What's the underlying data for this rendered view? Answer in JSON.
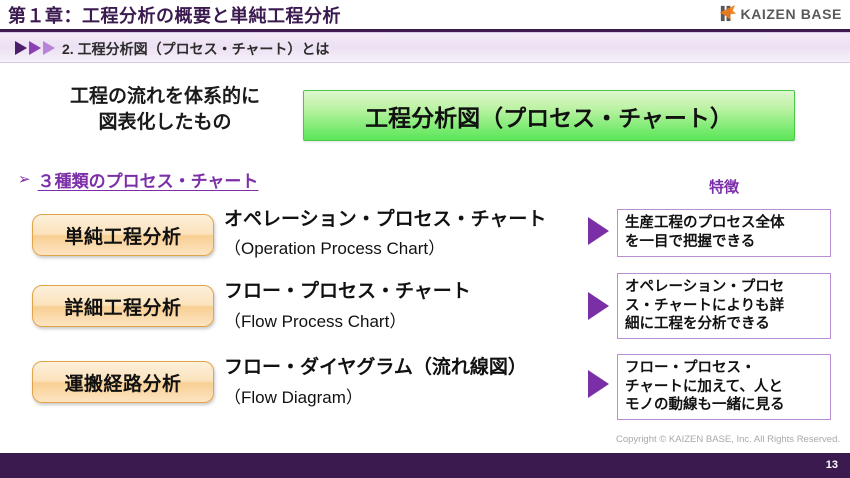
{
  "header": {
    "chapter_title": "第１章：工程分析の概要と単純工程分析",
    "logo_text": "KAIZEN BASE",
    "logo_accent_color": "#f07d1a",
    "logo_mark_color": "#58595b"
  },
  "subheader": {
    "text": "2. 工程分析図（プロセス・チャート）とは",
    "arrow_colors": [
      "#4b1f6b",
      "#8b3fb5",
      "#b785d8"
    ]
  },
  "definition": {
    "left_text_line1": "工程の流れを体系的に",
    "left_text_line2": "図表化したもの",
    "box_text": "工程分析図（プロセス・チャート）",
    "box_color_top": "#ddf7cd",
    "box_color_bottom": "#5ae658"
  },
  "section": {
    "bullet": "➢",
    "heading": "３種類のプロセス・チャート",
    "heading_color": "#7c2fa8",
    "feature_column_heading": "特徴"
  },
  "rows": [
    {
      "pill_label": "単純工程分析",
      "chart_name_ja": "オペレーション・プロセス・チャート",
      "chart_name_en": "（Operation Process Chart）",
      "feature": "生産工程のプロセス全体\nを一目で把握できる"
    },
    {
      "pill_label": "詳細工程分析",
      "chart_name_ja": "フロー・プロセス・チャート",
      "chart_name_en": "（Flow Process Chart）",
      "feature": "オペレーション・プロセ\nス・チャートによりも詳\n細に工程を分析できる"
    },
    {
      "pill_label": "運搬経路分析",
      "chart_name_ja": "フロー・ダイヤグラム（流れ線図）",
      "chart_name_en": "（Flow Diagram）",
      "feature": "フロー・プロセス・\nチャートに加えて、人と\nモノの動線も一緒に見る"
    }
  ],
  "footer": {
    "copyright": "Copyright ©  KAIZEN BASE, Inc.  All Rights Reserved.",
    "page_number": "13",
    "bar_color": "#3b1a4f"
  }
}
